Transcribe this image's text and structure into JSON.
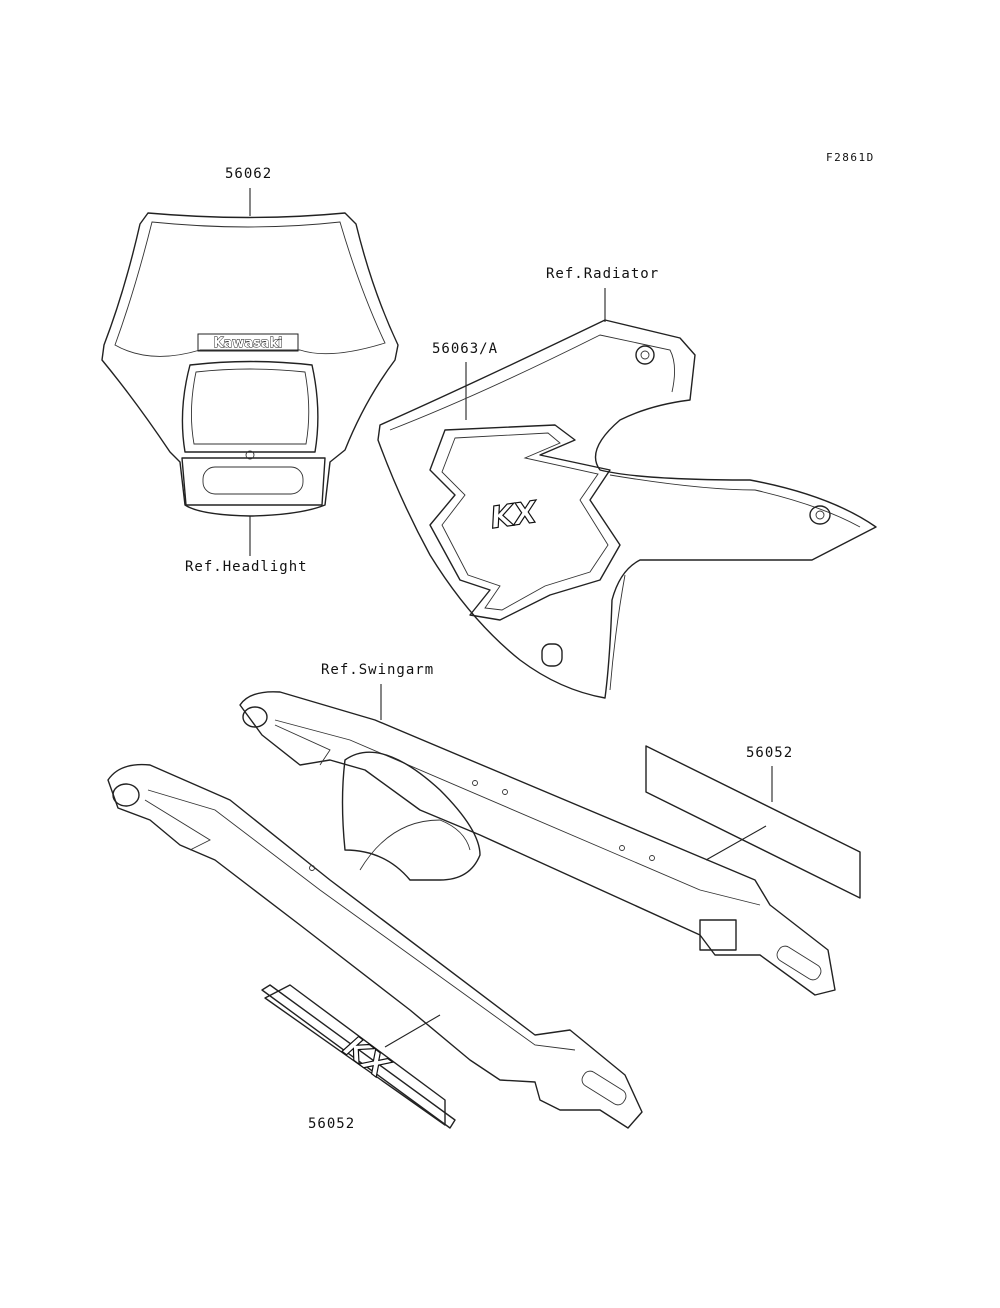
{
  "figure_code": "F2861D",
  "labels": {
    "part_headlight_cover": "56062",
    "ref_headlight": "Ref.Headlight",
    "ref_radiator": "Ref.Radiator",
    "part_shroud_decal": "56063/A",
    "ref_swingarm": "Ref.Swingarm",
    "part_swingarm_decal_right": "56052",
    "part_swingarm_decal_left": "56052"
  },
  "logo_text": "Kawasaki",
  "decal_word": "KX"
}
